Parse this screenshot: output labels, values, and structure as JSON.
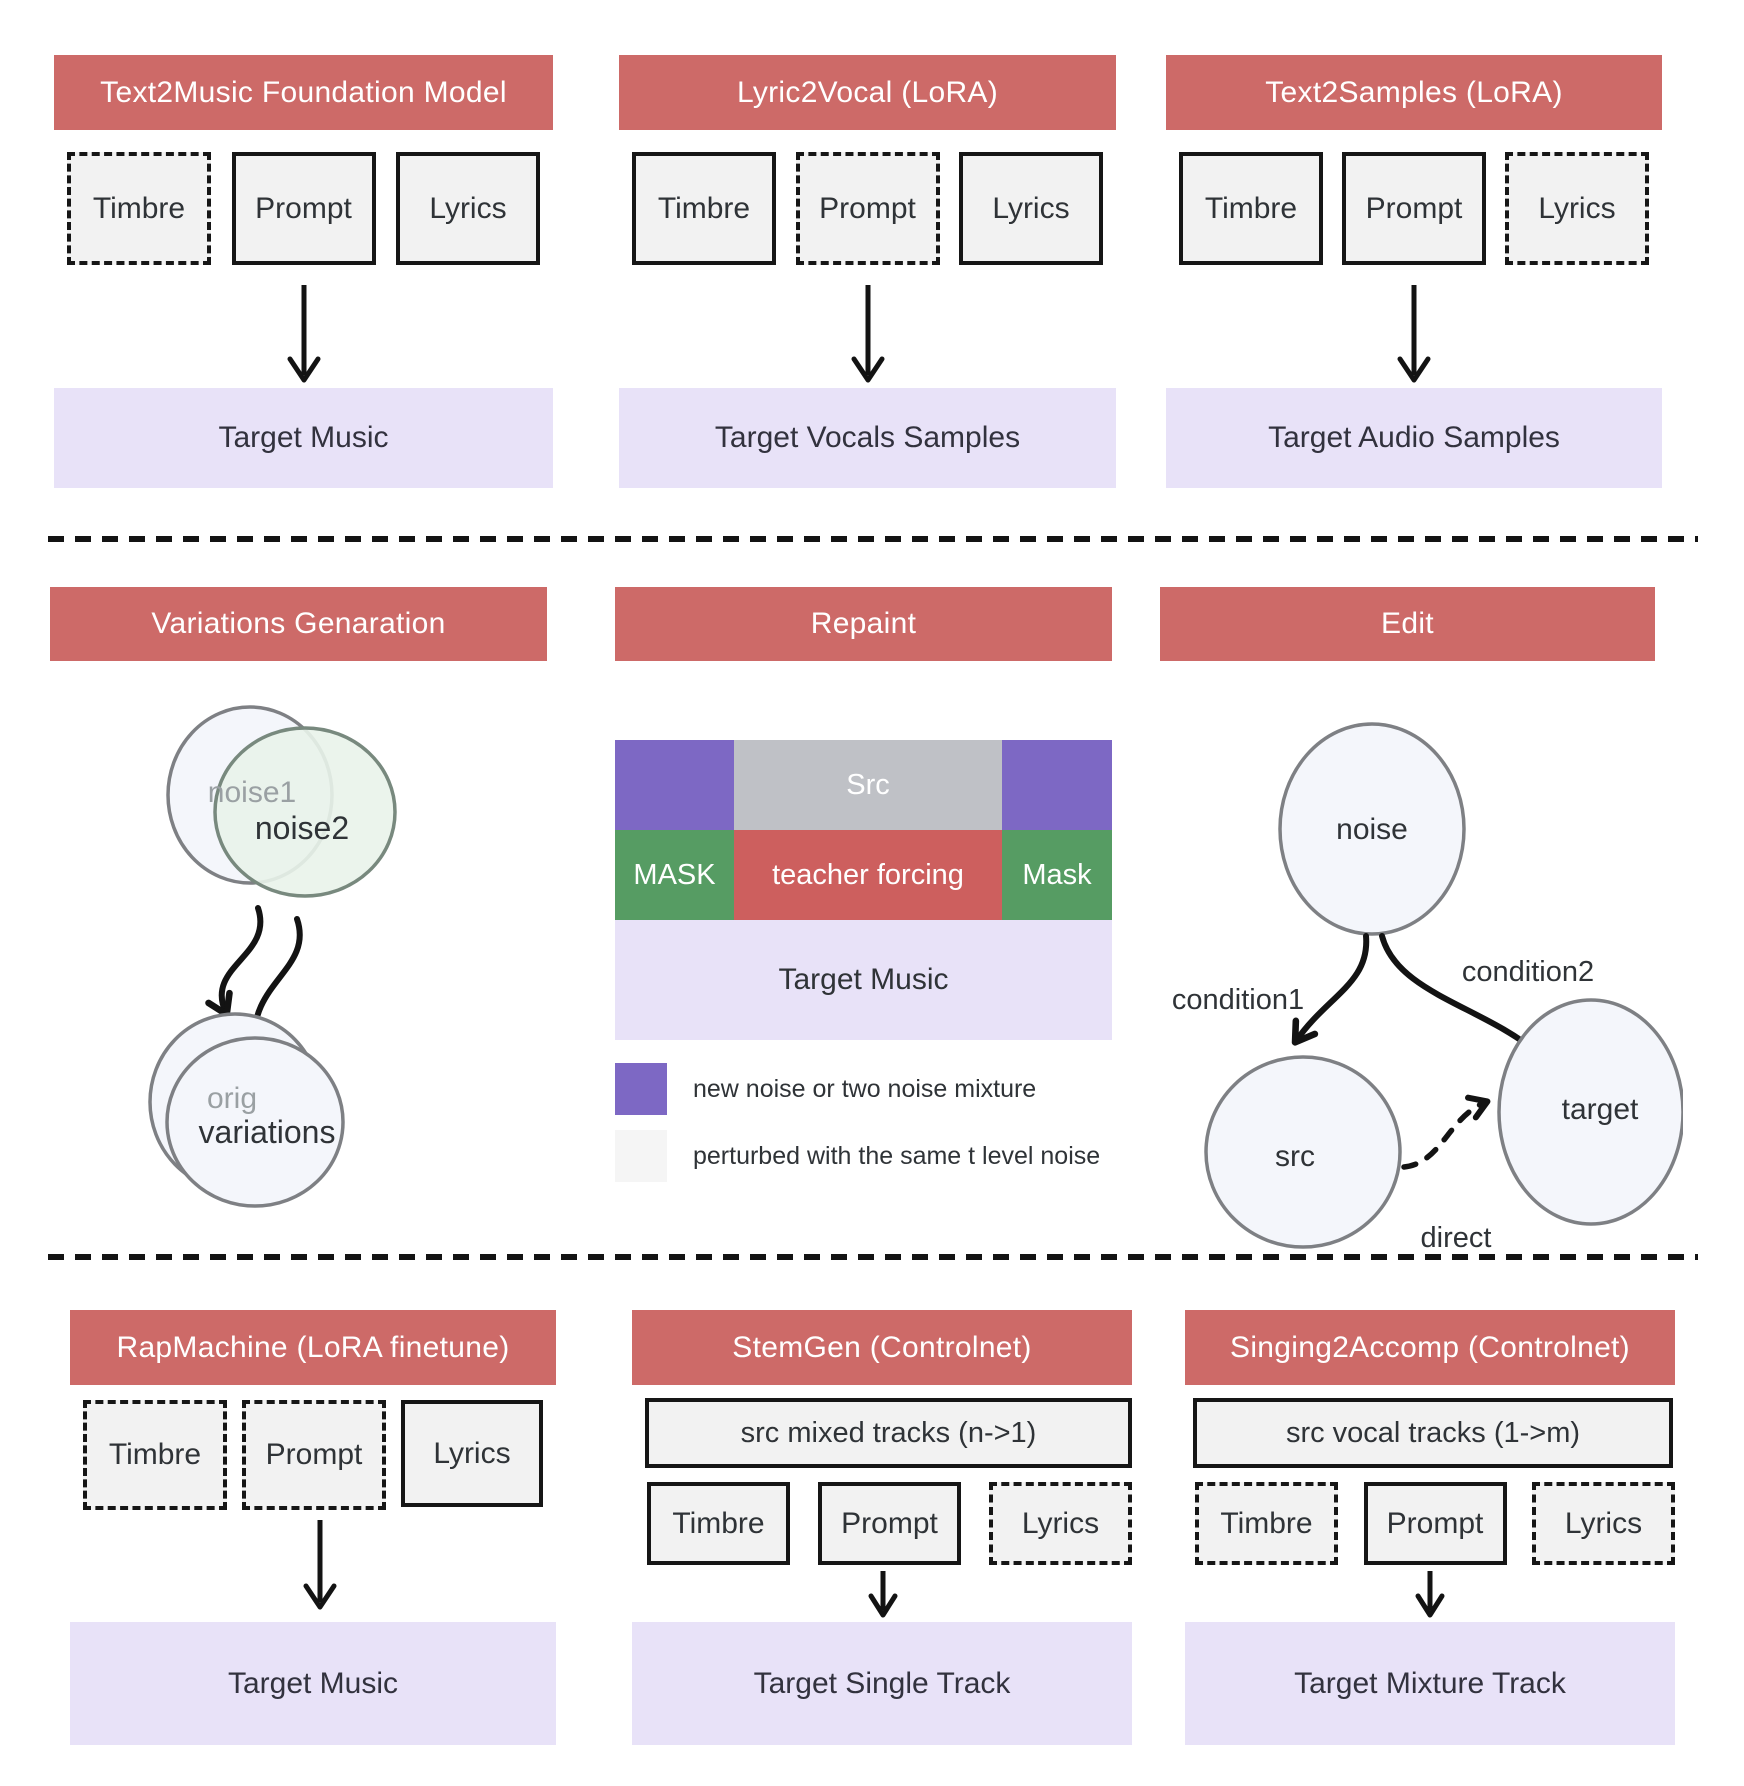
{
  "colors": {
    "header-red": "#cd6a68",
    "block-red": "#cd5f5e",
    "purple": "#7d68c4",
    "src-gray": "#bfc1c6",
    "green": "#569c63",
    "lavender": "#e8e2f8",
    "box-fill": "#f2f2f2",
    "legend-gray": "#f5f5f5",
    "ink": "#161616",
    "text-dark": "#2f3337",
    "text-gray": "#9aa0a3",
    "circle-blue-fill": "#f4f6fb",
    "circle-green-fill": "#e9f3ea",
    "circle-stroke": "#7e8084"
  },
  "row1": {
    "panels": [
      {
        "title": "Text2Music Foundation Model",
        "inputs": [
          {
            "label": "Timbre",
            "optional": true
          },
          {
            "label": "Prompt",
            "optional": false
          },
          {
            "label": "Lyrics",
            "optional": false
          }
        ],
        "output": "Target Music"
      },
      {
        "title": "Lyric2Vocal (LoRA)",
        "inputs": [
          {
            "label": "Timbre",
            "optional": false
          },
          {
            "label": "Prompt",
            "optional": true
          },
          {
            "label": "Lyrics",
            "optional": false
          }
        ],
        "output": "Target Vocals Samples"
      },
      {
        "title": "Text2Samples (LoRA)",
        "inputs": [
          {
            "label": "Timbre",
            "optional": false
          },
          {
            "label": "Prompt",
            "optional": false
          },
          {
            "label": "Lyrics",
            "optional": true
          }
        ],
        "output": "Target Audio Samples"
      }
    ]
  },
  "row2": {
    "variations": {
      "title": "Variations Genaration",
      "noise1": "noise1",
      "noise2": "noise2",
      "orig": "orig",
      "variations": "variations"
    },
    "repaint": {
      "title": "Repaint",
      "src": "Src",
      "mask_left": "MASK",
      "teacher": "teacher forcing",
      "mask_right": "Mask",
      "target": "Target Music",
      "legend": [
        {
          "label": "new noise or two noise mixture"
        },
        {
          "label": "perturbed with the same t level noise"
        }
      ]
    },
    "edit": {
      "title": "Edit",
      "noise": "noise",
      "src": "src",
      "target": "target",
      "condition1": "condition1",
      "condition2": "condition2",
      "direct": "direct"
    }
  },
  "row3": {
    "panels": [
      {
        "title": "RapMachine (LoRA finetune)",
        "inputs": [
          {
            "label": "Timbre",
            "optional": true
          },
          {
            "label": "Prompt",
            "optional": true
          },
          {
            "label": "Lyrics",
            "optional": false
          }
        ],
        "output": "Target Music"
      },
      {
        "title": "StemGen (Controlnet)",
        "src_box": "src mixed tracks (n->1)",
        "inputs": [
          {
            "label": "Timbre",
            "optional": false
          },
          {
            "label": "Prompt",
            "optional": false
          },
          {
            "label": "Lyrics",
            "optional": true
          }
        ],
        "output": "Target Single Track"
      },
      {
        "title": "Singing2Accomp (Controlnet)",
        "src_box": "src vocal tracks (1->m)",
        "inputs": [
          {
            "label": "Timbre",
            "optional": true
          },
          {
            "label": "Prompt",
            "optional": false
          },
          {
            "label": "Lyrics",
            "optional": true
          }
        ],
        "output": "Target Mixture Track"
      }
    ]
  }
}
